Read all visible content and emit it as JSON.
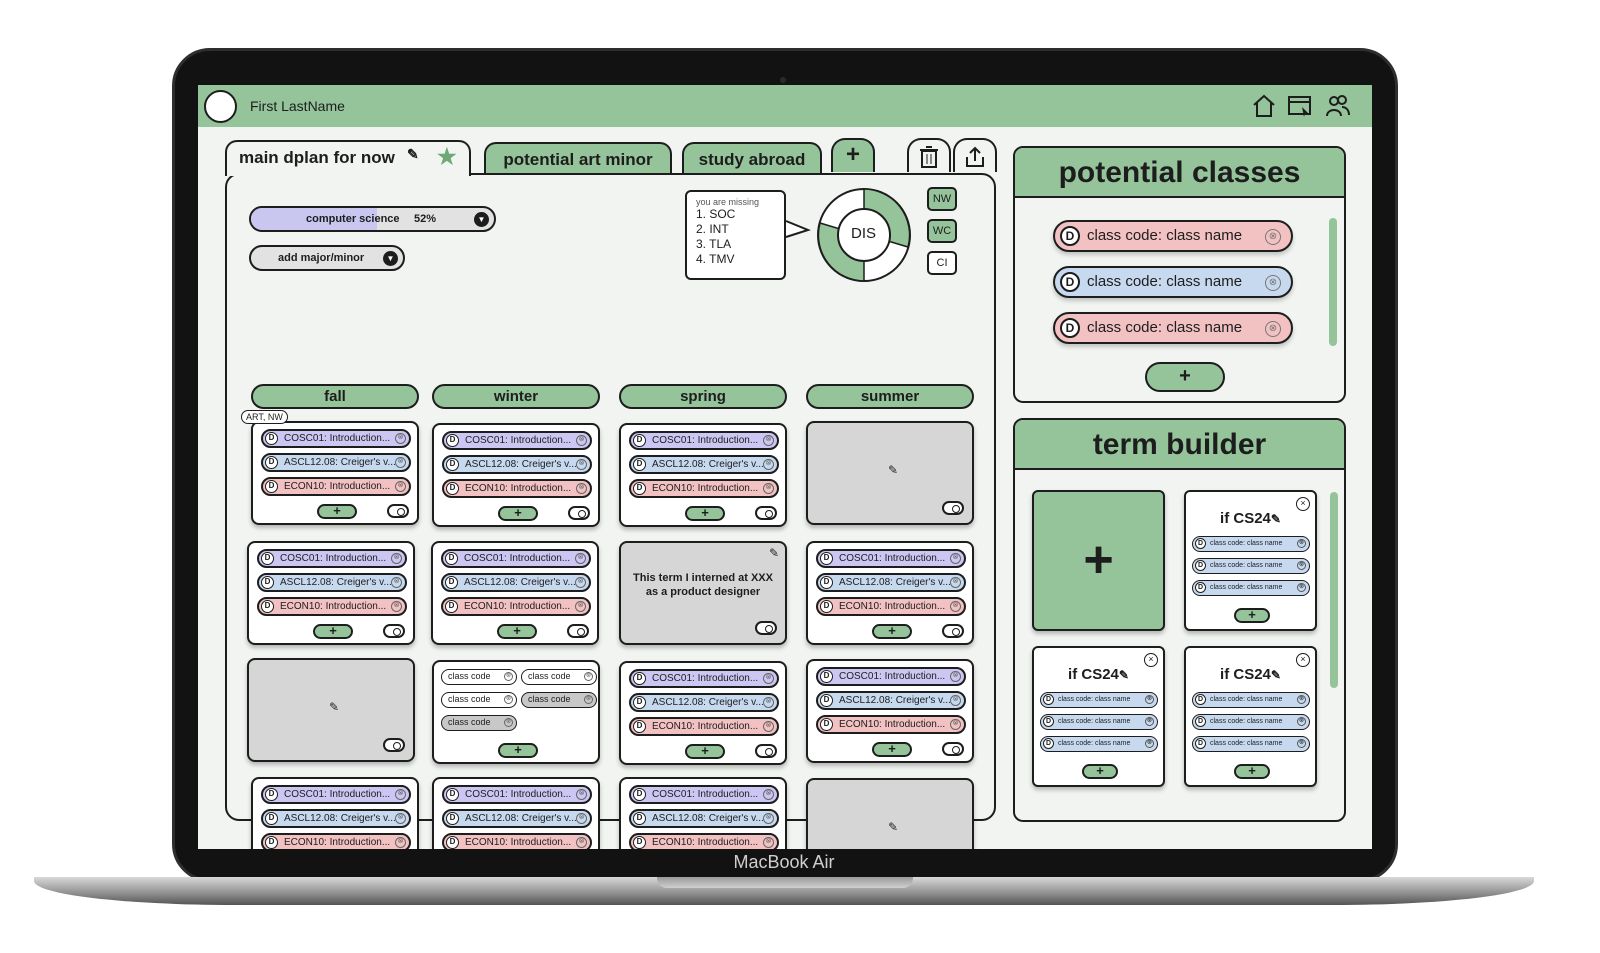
{
  "device": {
    "brand_label": "MacBook Air"
  },
  "header": {
    "user_name": "First LastName",
    "icons": [
      "home-icon",
      "browser-window-icon",
      "users-icon"
    ]
  },
  "tabs": {
    "active": {
      "label": "main dplan for now",
      "edit_icon": "pencil-icon",
      "favorite_icon": "star-icon"
    },
    "others": [
      "potential art minor",
      "study abroad"
    ],
    "add_label": "+",
    "actions": [
      "trash-icon",
      "share-icon"
    ]
  },
  "majors": {
    "primary": {
      "label": "computer science",
      "progress_text": "52%",
      "progress": 0.52
    },
    "add_label": "add major/minor"
  },
  "missing": {
    "title": "you are missing",
    "items": [
      "1. SOC",
      "2. INT",
      "3. TLA",
      "4. TMV"
    ]
  },
  "distribution": {
    "center_label": "DIS",
    "badges": [
      "NW",
      "WC",
      "CI"
    ]
  },
  "terms": [
    "fall",
    "winter",
    "spring",
    "summer"
  ],
  "courses": {
    "c1": "COSC01: Introduction...",
    "c2": "ASCL12.08: Creiger's v...",
    "c3": "ECON10: Introduction..."
  },
  "course_badge": "D",
  "remove_glyph": "⊗",
  "add_glyph": "+",
  "tag_bubble": "ART, NW",
  "note_card": "This term I interned at XXX as a product designer",
  "class_code": "class code",
  "potential_classes": {
    "title": "potential classes",
    "items": [
      "class code: class name",
      "class code: class name",
      "class code: class name"
    ],
    "add_label": "+"
  },
  "term_builder": {
    "title": "term builder",
    "new_label": "+",
    "cards": [
      {
        "title": "if CS24",
        "items": [
          "class code: class name",
          "class code: class name",
          "class code: class name"
        ]
      },
      {
        "title": "if CS24",
        "items": [
          "class code: class name",
          "class code: class name",
          "class code: class name"
        ]
      },
      {
        "title": "if CS24",
        "items": [
          "class code: class name",
          "class code: class name",
          "class code: class name"
        ]
      }
    ],
    "close_glyph": "×"
  },
  "colors": {
    "accent_green": "#95c49a",
    "chip_purple": "#cbc6f2",
    "chip_blue": "#c6d9ee",
    "chip_pink": "#f2c1c1"
  }
}
